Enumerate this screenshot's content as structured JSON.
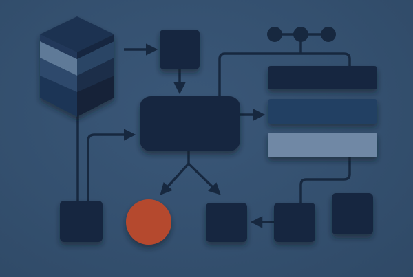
{
  "diagram": {
    "background": "#34506f",
    "colors": {
      "node_dark": "#17283f",
      "line": "#17283f",
      "bar_mid": "#233f63",
      "bar_light": "#6f88a5",
      "accent": "#b5482e",
      "cube_top": "#1c3251",
      "cube_stripe_light": "#5f7a98",
      "cube_stripe_mid": "#2e4a6c",
      "cube_dark": "#1a2d48"
    },
    "shapes": [
      "cube-database-icon",
      "square-node",
      "rounded-process-node",
      "horizontal-bar",
      "circle-node",
      "dot-connector",
      "arrow-line"
    ],
    "labels": []
  }
}
